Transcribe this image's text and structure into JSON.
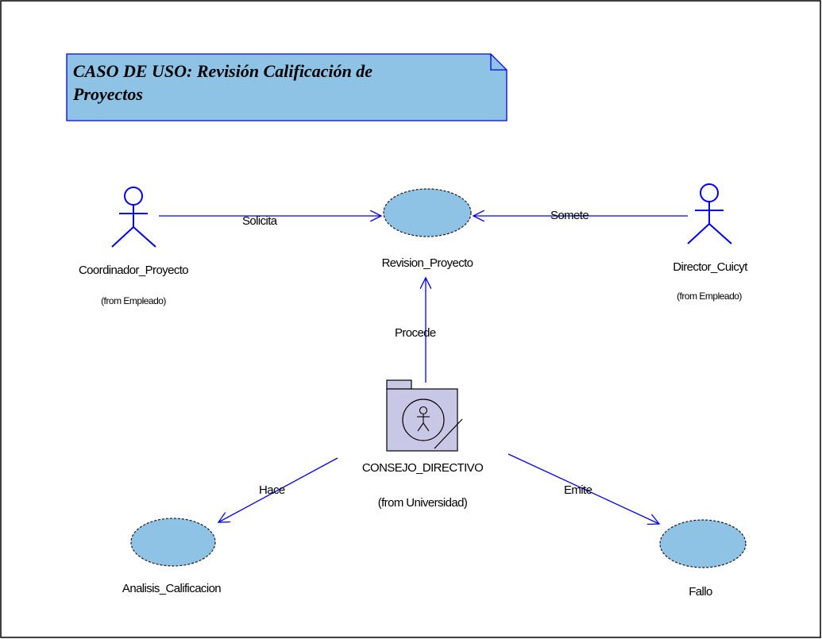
{
  "note": {
    "line1": "CASO DE USO: Revisión Calificación de",
    "line2": "Proyectos"
  },
  "actors": {
    "coordinador": {
      "name": "Coordinador_Proyecto",
      "origin": "(from Empleado)"
    },
    "director": {
      "name": "Director_Cuicyt",
      "origin": "(from Empleado)"
    }
  },
  "package": {
    "name": "CONSEJO_DIRECTIVO",
    "origin": "(from Universidad)"
  },
  "use_cases": {
    "revision": "Revision_Proyecto",
    "analisis": "Analisis_Calificacion",
    "fallo": "Fallo"
  },
  "relations": {
    "solicita": "Solicita",
    "somete": "Somete",
    "procede": "Procede",
    "hace": "Hace",
    "emite": "Emite"
  },
  "colors": {
    "border": "#000000",
    "edge": "#0000ee",
    "use_case_fill": "#8fc3e6",
    "note_fill": "#8fc3e6",
    "package_fill": "#c8c8e6"
  }
}
